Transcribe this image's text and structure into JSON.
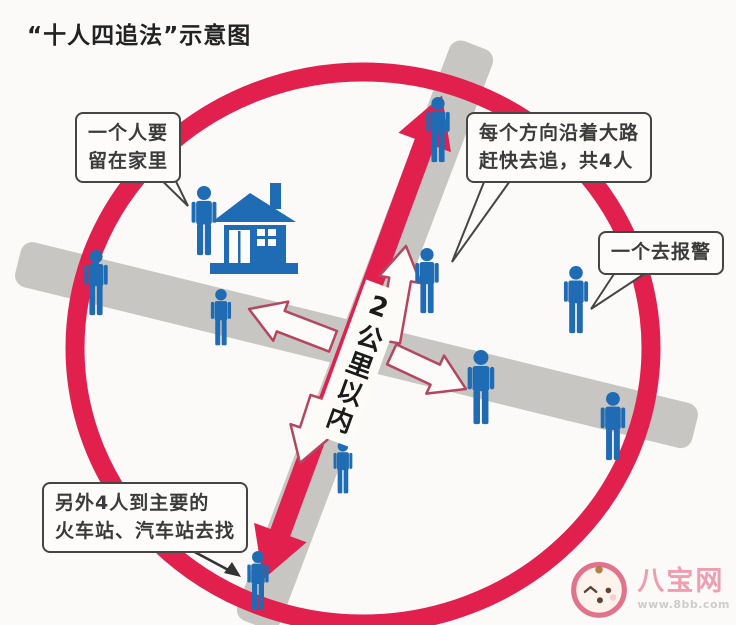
{
  "title": "“十人四追法”示意图",
  "center_label": "2公里以内",
  "callouts": [
    {
      "id": "stay-home",
      "lines": [
        "一个人要",
        "留在家里"
      ]
    },
    {
      "id": "chase-four",
      "lines": [
        "每个方向沿着大路",
        "赶快去追，共4人"
      ]
    },
    {
      "id": "report-police",
      "lines": [
        "一个去报警"
      ]
    },
    {
      "id": "search-stations",
      "lines": [
        "另外4人到主要的",
        "火车站、汽车站去找"
      ]
    }
  ],
  "watermark": {
    "site_name": "八宝网",
    "site_url": "www.8bb.com",
    "logo": "baby-face-icon"
  },
  "diagram": {
    "people_total": 10,
    "icons": [
      "person-icon",
      "house-icon",
      "radius-circle",
      "road-cross",
      "double-headed-arrow",
      "direction-arrows"
    ],
    "colors": {
      "accent_red": "#e1204e",
      "person_blue": "#1f6cb4",
      "road_gray": "#c8c6c3",
      "callout_border": "#454545",
      "background": "#fbfaf8",
      "watermark_pink": "#ef9db0",
      "arrow_outline": "#b5465f"
    }
  }
}
